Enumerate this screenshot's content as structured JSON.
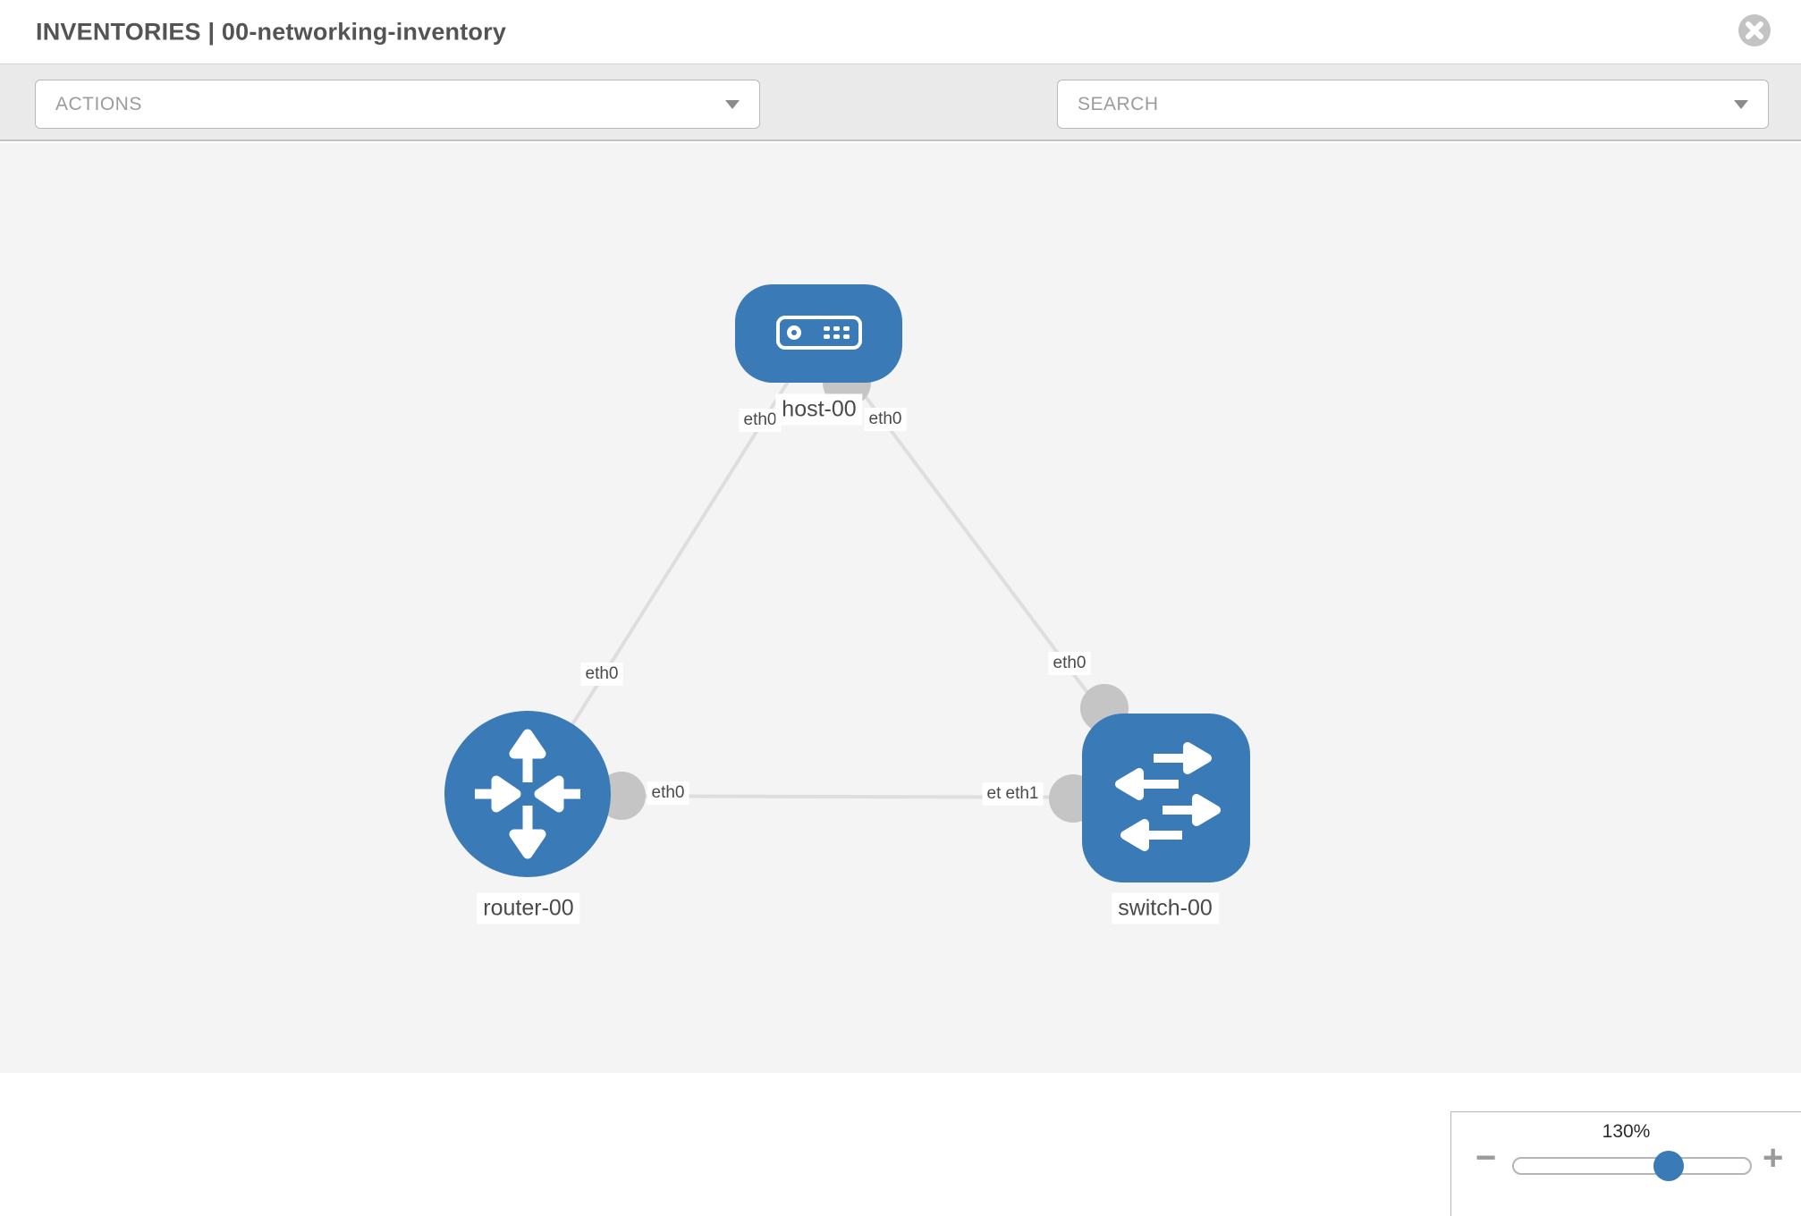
{
  "header": {
    "title": "INVENTORIES | 00-networking-inventory"
  },
  "toolbar": {
    "actions_label": "ACTIONS",
    "search_placeholder": "SEARCH",
    "icons": {
      "wrench": "wrench-icon",
      "key": "key-icon",
      "actions_caret": "chevron-down-icon",
      "search_caret": "chevron-down-icon"
    }
  },
  "topology": {
    "nodes": [
      {
        "id": "host-00",
        "type": "host",
        "label": "host-00"
      },
      {
        "id": "router-00",
        "type": "router",
        "label": "router-00"
      },
      {
        "id": "switch-00",
        "type": "switch",
        "label": "switch-00"
      }
    ],
    "links": [
      {
        "from": "host-00",
        "to": "router-00",
        "from_if": "eth0",
        "to_if": "eth0"
      },
      {
        "from": "host-00",
        "to": "switch-00",
        "from_if": "eth0",
        "to_if": "eth0"
      },
      {
        "from": "router-00",
        "to": "switch-00",
        "from_if": "eth0",
        "to_if": "eth1"
      }
    ],
    "interface_labels": {
      "host_left": "eth0",
      "host_right": "eth0",
      "link_left_mid": "eth0",
      "link_right_mid": "eth0",
      "link_bottom_near_router": "eth0",
      "link_bottom_near_switch_back": "eth0",
      "link_bottom_near_switch_front": "eth1"
    },
    "colors": {
      "node_fill": "#3a7ab7",
      "link": "#dedede",
      "interface_dot": "#c5c5c5"
    }
  },
  "zoom_control": {
    "level": "130%",
    "minus_label": "−",
    "plus_label": "+"
  }
}
